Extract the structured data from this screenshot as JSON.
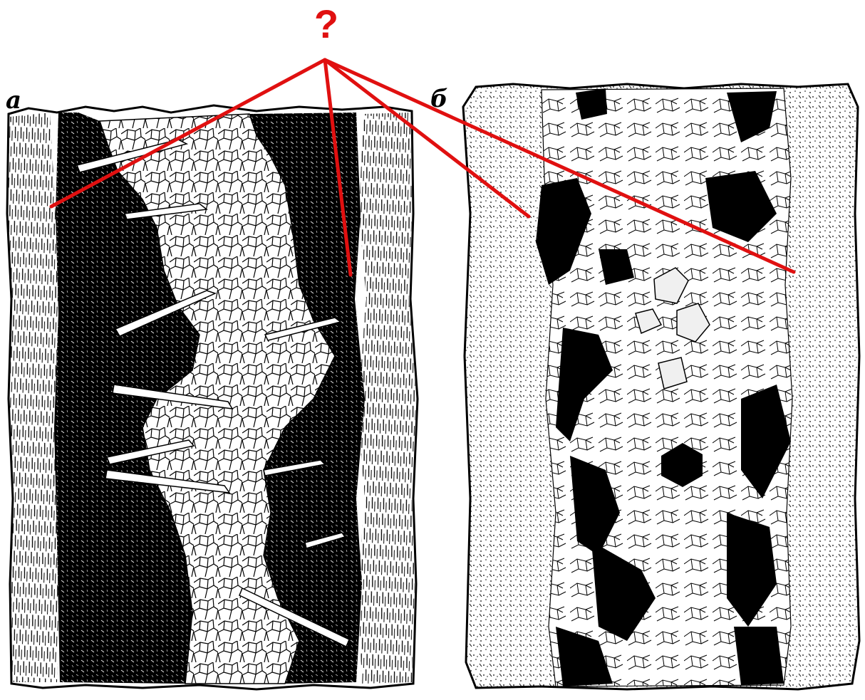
{
  "question_mark": "?",
  "panels": [
    {
      "label": "а"
    },
    {
      "label": "б"
    }
  ],
  "colors": {
    "pointer": "#e01010",
    "ink": "#000000",
    "paper": "#ffffff"
  },
  "icons": {
    "pointer_lines": "red-pointer-lines",
    "panel_a_texture": "fibrous-wall-rock",
    "panel_b_texture": "dotted-wall-rock"
  }
}
